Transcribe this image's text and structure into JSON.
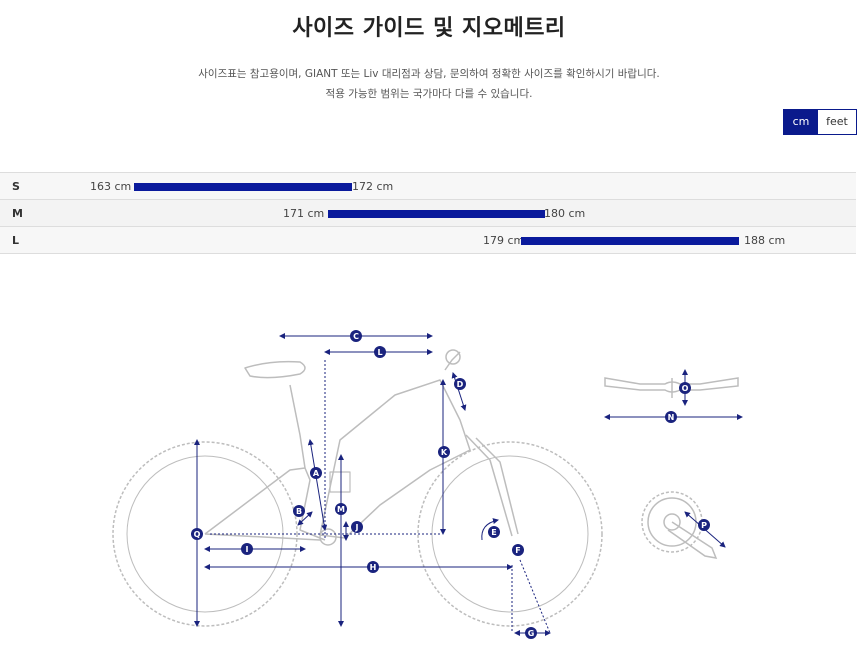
{
  "header": {
    "title": "사이즈 가이드 및 지오메트리",
    "desc_line1": "사이즈표는 참고용이며, GIANT 또는 Liv 대리점과 상담, 문의하여 정확한 사이즈를 확인하시기 바랍니다.",
    "desc_line2": "적용 가능한 범위는 국가마다 다를 수 있습니다."
  },
  "unit_toggle": {
    "options": [
      "cm",
      "feet"
    ],
    "selected": "cm"
  },
  "sizes": [
    {
      "label": "S",
      "min_label": "163 cm",
      "max_label": "172 cm",
      "min": 163,
      "max": 172
    },
    {
      "label": "M",
      "min_label": "171 cm",
      "max_label": "180 cm",
      "min": 171,
      "max": 180
    },
    {
      "label": "L",
      "min_label": "179 cm",
      "max_label": "188 cm",
      "min": 179,
      "max": 188
    }
  ],
  "geometry_labels": [
    "A",
    "B",
    "C",
    "D",
    "E",
    "F",
    "G",
    "H",
    "I",
    "J",
    "K",
    "L",
    "M",
    "N",
    "O",
    "P",
    "Q"
  ],
  "colors": {
    "accent": "#0a1a9c",
    "diagram_line": "#bdbdbd",
    "dim": "#1a237e"
  }
}
